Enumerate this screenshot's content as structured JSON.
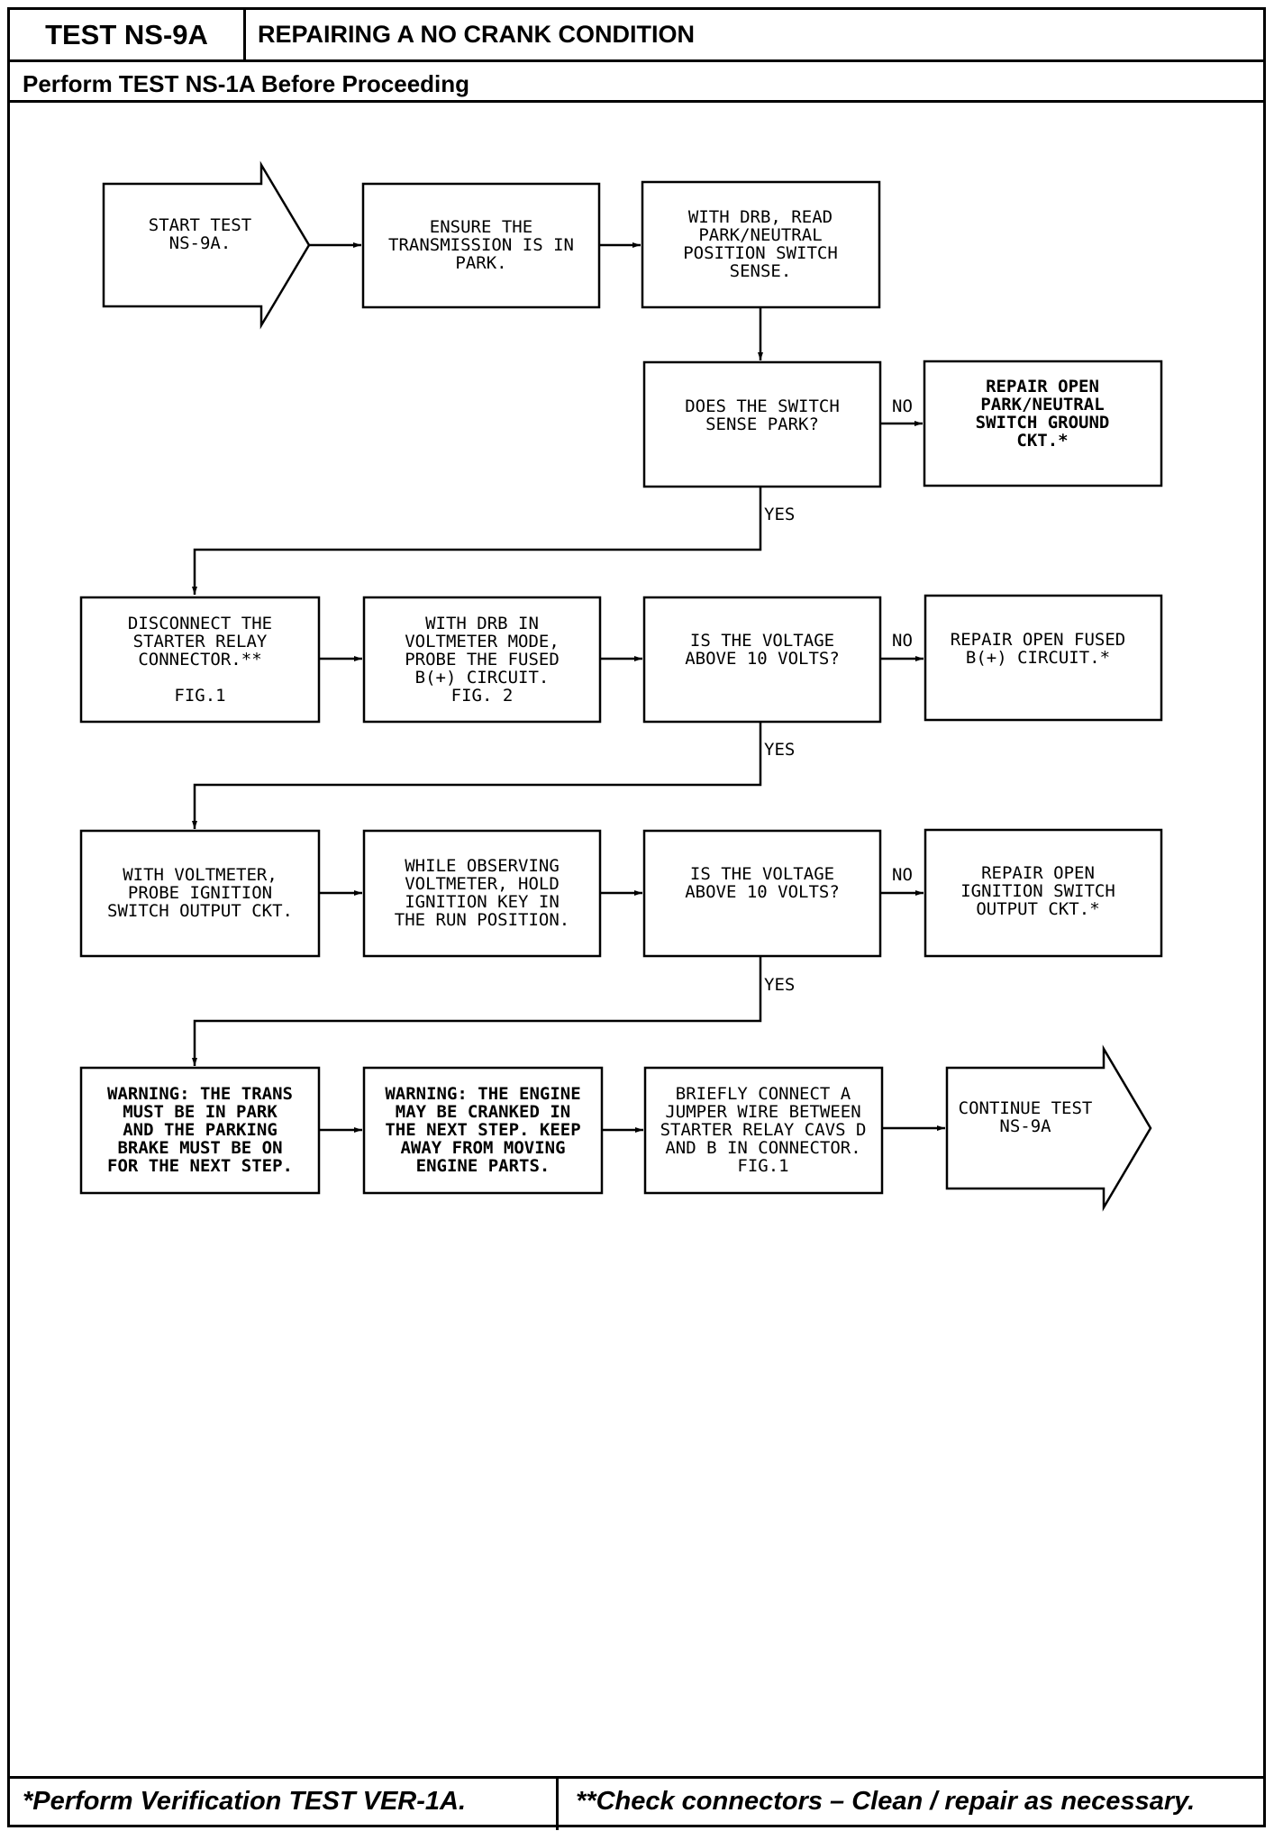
{
  "header": {
    "test_id": "TEST NS-9A",
    "title": "REPAIRING A NO CRANK CONDITION",
    "subtitle": "Perform TEST NS-1A Before Proceeding"
  },
  "footer": {
    "note1": "*Perform Verification TEST VER-1A.",
    "note2": "**Check connectors – Clean / repair as necessary."
  },
  "flow": {
    "start": [
      "START TEST",
      "NS-9A."
    ],
    "ensure_park": [
      "ENSURE THE",
      "TRANSMISSION IS IN",
      "PARK."
    ],
    "read_sense": [
      "WITH DRB, READ",
      "PARK/NEUTRAL",
      "POSITION SWITCH",
      "SENSE."
    ],
    "sense_park_q": [
      "DOES THE SWITCH",
      "SENSE PARK?"
    ],
    "repair_ground": [
      "REPAIR OPEN",
      "PARK/NEUTRAL",
      "SWITCH GROUND",
      "CKT.*"
    ],
    "disconnect_relay": [
      "DISCONNECT THE",
      "STARTER RELAY",
      "CONNECTOR.**",
      "",
      "FIG.1"
    ],
    "probe_fused": [
      "WITH DRB IN",
      "VOLTMETER MODE,",
      "PROBE THE FUSED",
      "B(+) CIRCUIT.",
      "FIG. 2"
    ],
    "voltage_q1": [
      "IS THE VOLTAGE",
      "ABOVE 10 VOLTS?"
    ],
    "repair_fused": [
      "REPAIR OPEN FUSED",
      "B(+) CIRCUIT.*"
    ],
    "probe_ignition": [
      "WITH VOLTMETER,",
      "PROBE IGNITION",
      "SWITCH OUTPUT CKT."
    ],
    "hold_key": [
      "WHILE OBSERVING",
      "VOLTMETER, HOLD",
      "IGNITION KEY IN",
      "THE RUN POSITION."
    ],
    "voltage_q2": [
      "IS THE VOLTAGE",
      "ABOVE 10 VOLTS?"
    ],
    "repair_ignition": [
      "REPAIR OPEN",
      "IGNITION SWITCH",
      "OUTPUT CKT.*"
    ],
    "warning_trans": [
      "WARNING: THE TRANS",
      "MUST BE IN PARK",
      "AND THE PARKING",
      "BRAKE MUST BE ON",
      "FOR THE NEXT STEP."
    ],
    "warning_engine": [
      "WARNING: THE ENGINE",
      "MAY BE CRANKED IN",
      "THE NEXT STEP. KEEP",
      "AWAY FROM MOVING",
      "ENGINE PARTS."
    ],
    "jumper": [
      "BRIEFLY CONNECT A",
      "JUMPER WIRE BETWEEN",
      "STARTER RELAY CAVS D",
      "AND B IN CONNECTOR.",
      "FIG.1"
    ],
    "continue": [
      "CONTINUE TEST",
      "NS-9A"
    ],
    "label_no": "NO",
    "label_yes": "YES"
  }
}
